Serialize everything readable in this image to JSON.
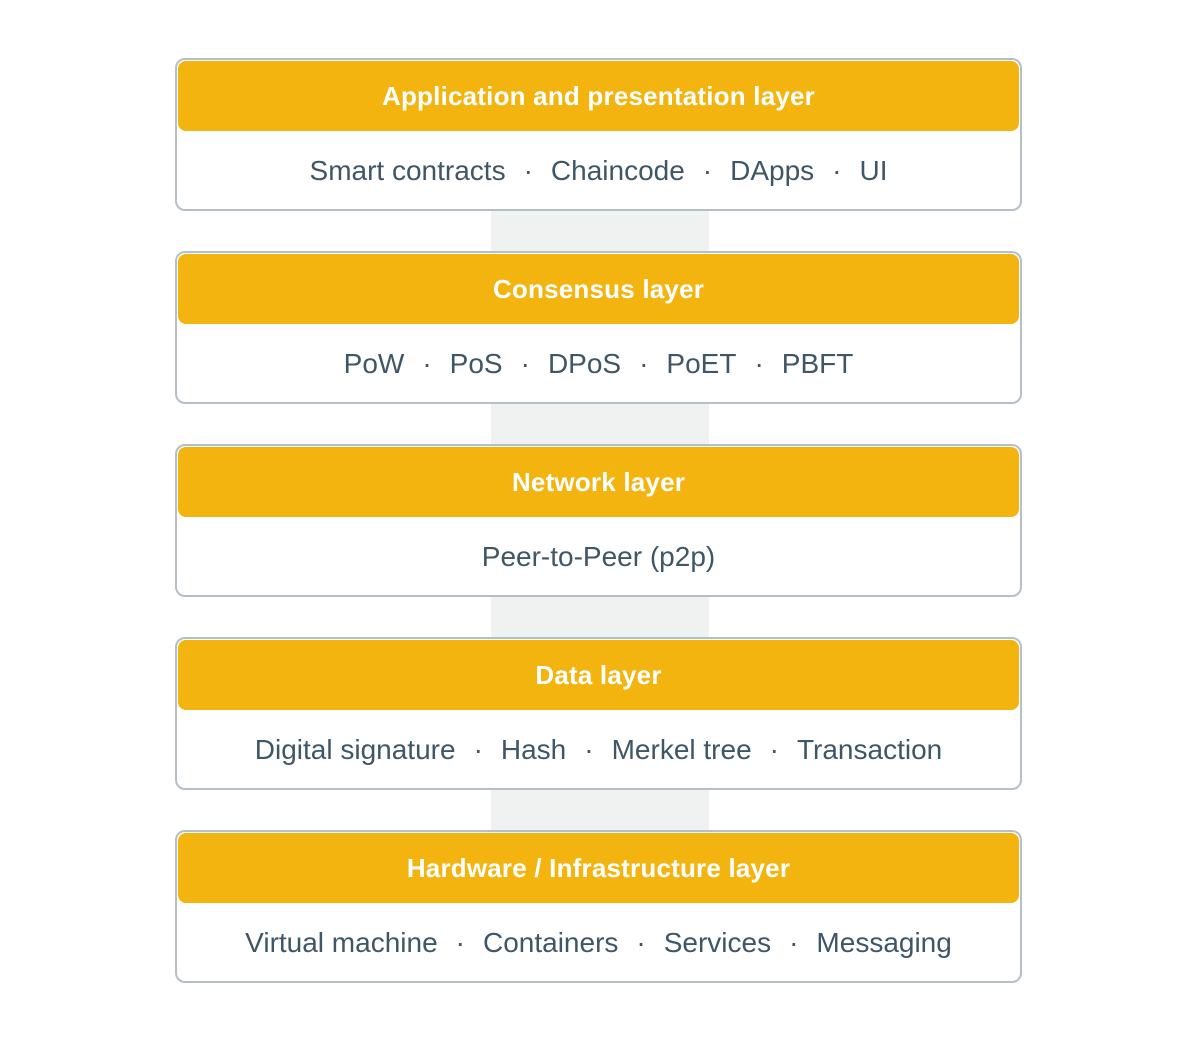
{
  "colors": {
    "accent": "#F3B40F",
    "header_text": "#FFFFFF",
    "body_text": "#3F5666",
    "box_border": "#B5BFC8",
    "spine": "#F0F1F1"
  },
  "separator": "·",
  "layers": [
    {
      "title": "Application and presentation layer",
      "items": [
        "Smart contracts",
        "Chaincode",
        "DApps",
        "UI"
      ]
    },
    {
      "title": "Consensus layer",
      "items": [
        "PoW",
        "PoS",
        "DPoS",
        "PoET",
        "PBFT"
      ]
    },
    {
      "title": "Network layer",
      "items": [
        "Peer-to-Peer (p2p)"
      ]
    },
    {
      "title": "Data layer",
      "items": [
        "Digital signature",
        "Hash",
        "Merkel tree",
        "Transaction"
      ]
    },
    {
      "title": "Hardware / Infrastructure layer",
      "items": [
        "Virtual machine",
        "Containers",
        "Services",
        "Messaging"
      ]
    }
  ]
}
